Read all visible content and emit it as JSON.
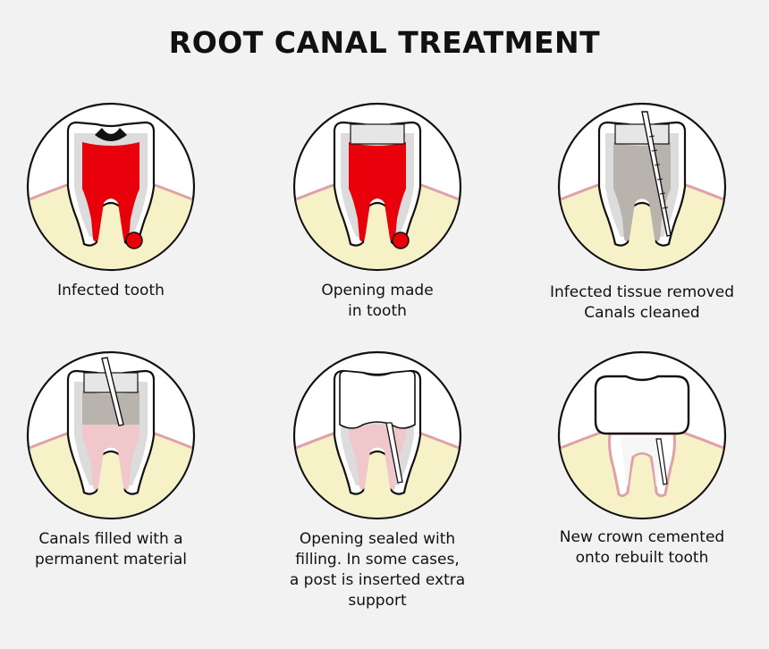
{
  "title": "ROOT CANAL TREATMENT",
  "colors": {
    "background": "#f2f2f2",
    "gum": "#f7f1c8",
    "gum_edge": "#e0a0a8",
    "infection": "#e8000a",
    "tissue_removed": "#b9b3ad",
    "outline": "#111111",
    "healthy_pulp": "#f0c8cc"
  },
  "steps": [
    {
      "caption": [
        "Infected tooth"
      ]
    },
    {
      "caption": [
        "Opening made",
        "in tooth"
      ]
    },
    {
      "caption": [
        "Infected tissue removed",
        "Canals cleaned"
      ]
    },
    {
      "caption": [
        "Canals filled with a",
        "permanent material"
      ]
    },
    {
      "caption": [
        "Opening sealed with",
        "filling. In some cases,",
        "a post is inserted extra",
        "support"
      ]
    },
    {
      "caption": [
        "New crown cemented",
        "onto rebuilt tooth"
      ]
    }
  ]
}
